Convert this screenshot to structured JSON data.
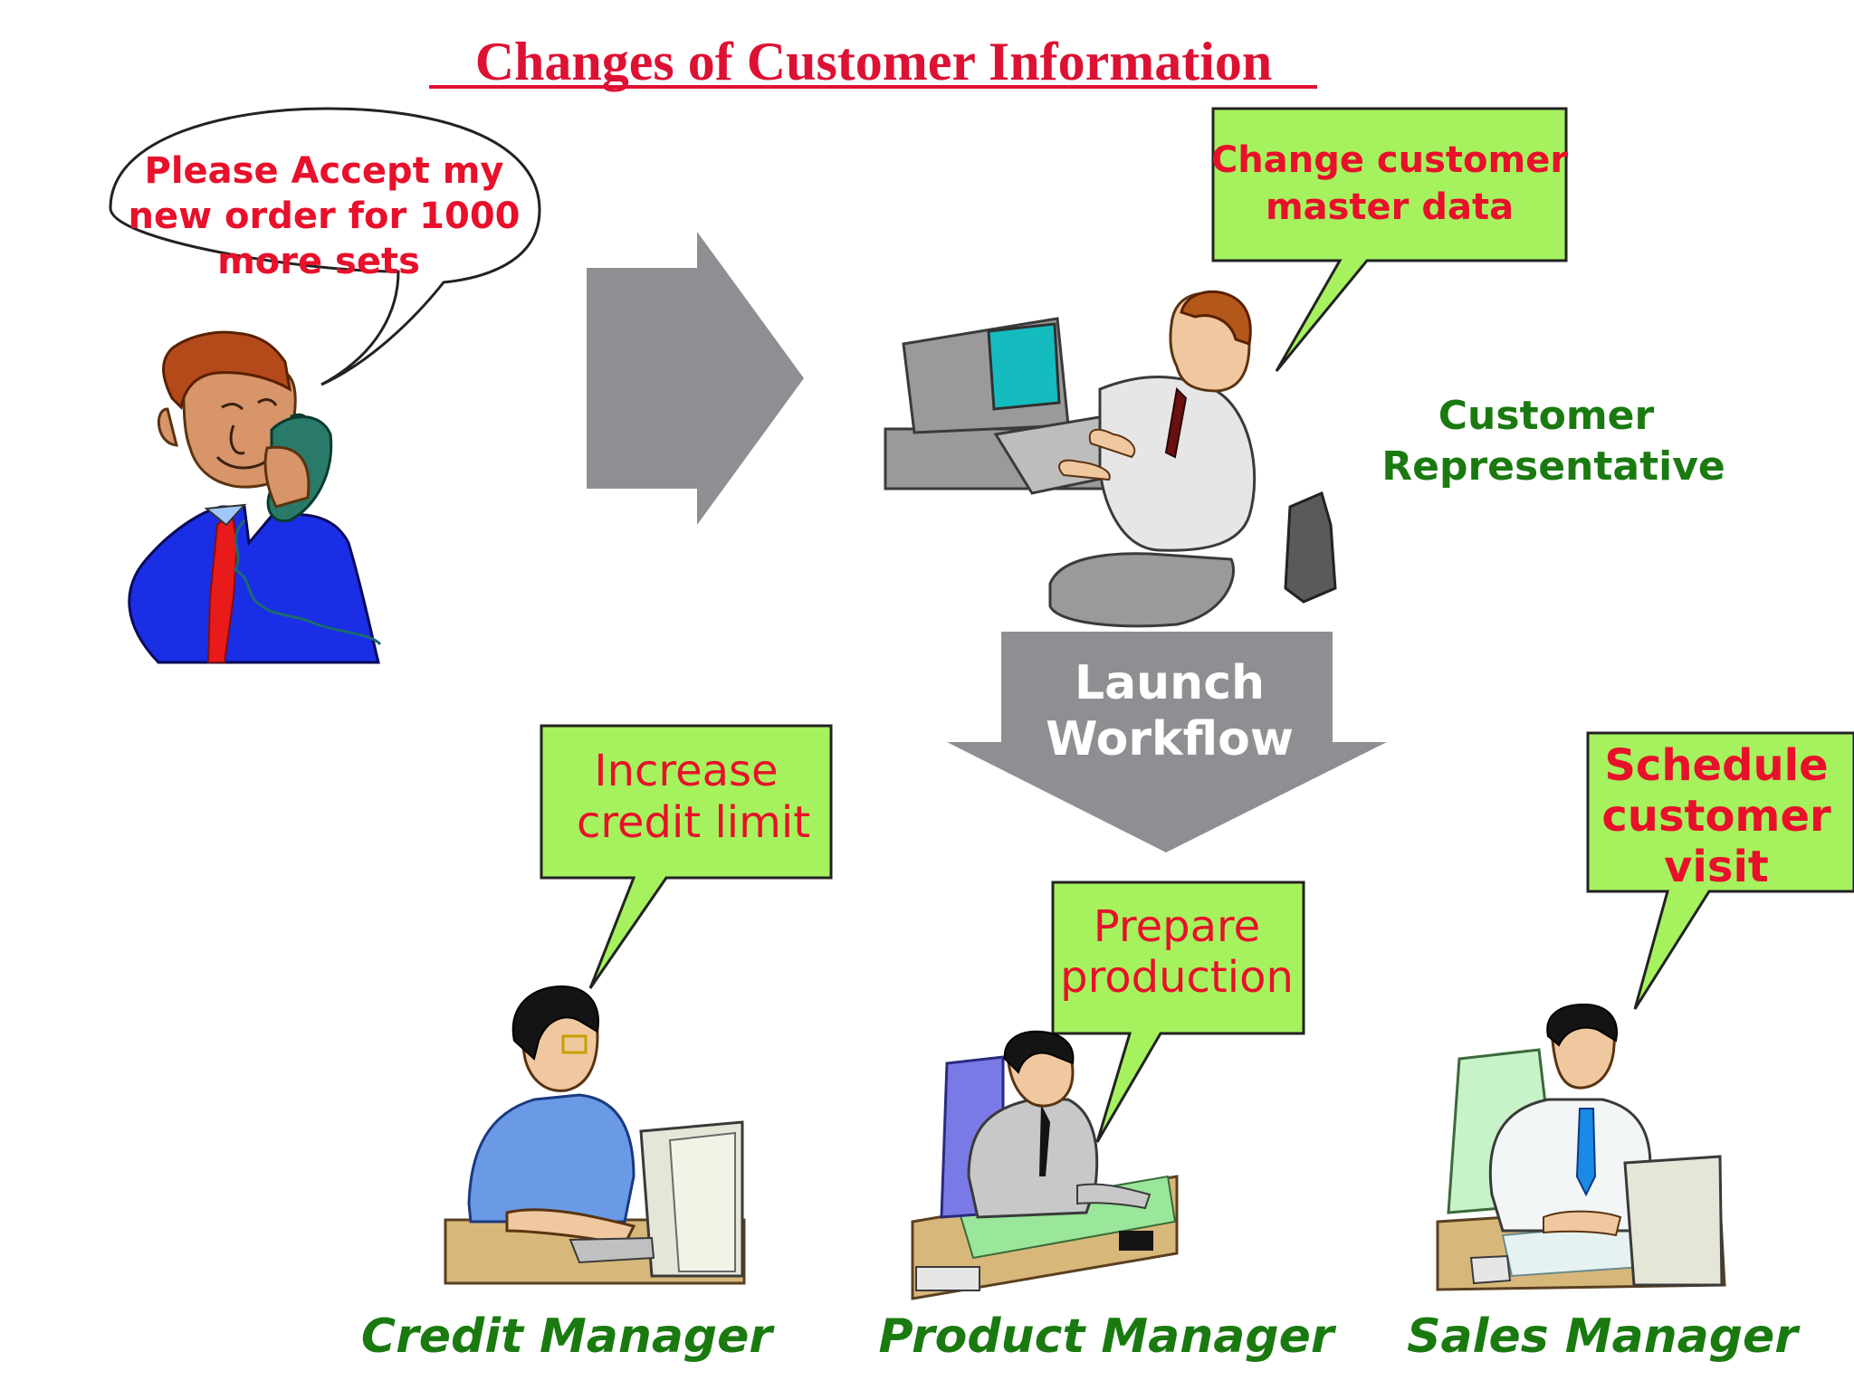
{
  "title": "Changes of Customer Information",
  "customer_speech": {
    "lines": [
      "Please Accept my",
      "new order for 1000",
      "more sets"
    ]
  },
  "customer_rep": {
    "callout_lines": [
      "Change customer",
      "master data"
    ],
    "label_lines": [
      "Customer",
      "Representative"
    ]
  },
  "workflow_arrow": {
    "lines": [
      "Launch",
      "Workflow"
    ]
  },
  "credit_manager": {
    "callout_lines": [
      "Increase",
      "credit limit"
    ],
    "label": "Credit Manager"
  },
  "product_manager": {
    "callout_lines": [
      "Prepare",
      "production"
    ],
    "label": "Product Manager"
  },
  "sales_manager": {
    "callout_lines": [
      "Schedule",
      "customer",
      "visit"
    ],
    "label": "Sales Manager"
  },
  "colors": {
    "title_red": "#dd1133",
    "callout_fill": "#a5f25e",
    "callout_text_red": "#e8102a",
    "label_green": "#1a7a10",
    "arrow_gray": "#8f8e93"
  }
}
